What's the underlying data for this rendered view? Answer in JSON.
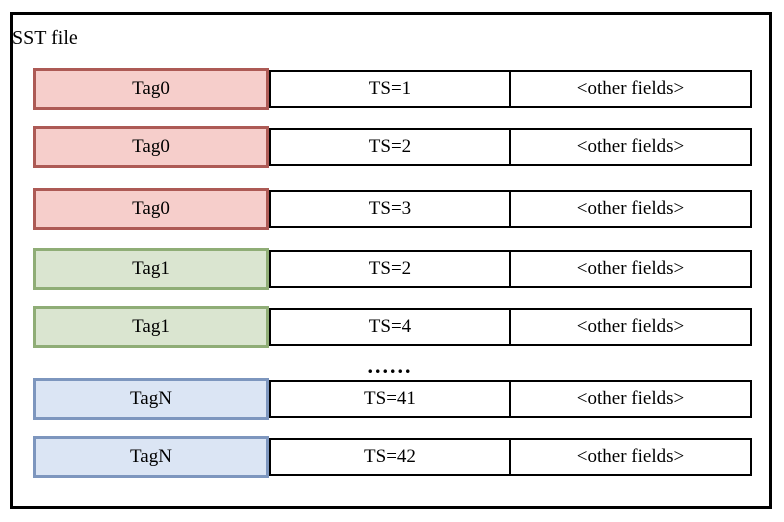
{
  "diagram": {
    "title": "SST file",
    "separator": "......",
    "colors": {
      "red": {
        "fill": "#f6cecb",
        "border": "#ad5a55"
      },
      "green": {
        "fill": "#dae5d0",
        "border": "#8fad76"
      },
      "blue": {
        "fill": "#dbe5f4",
        "border": "#7d96be"
      }
    },
    "rows": [
      {
        "tag": "Tag0",
        "ts": "TS=1",
        "other": "<other fields>",
        "color": "red"
      },
      {
        "tag": "Tag0",
        "ts": "TS=2",
        "other": "<other fields>",
        "color": "red"
      },
      {
        "tag": "Tag0",
        "ts": "TS=3",
        "other": "<other fields>",
        "color": "red"
      },
      {
        "tag": "Tag1",
        "ts": "TS=2",
        "other": "<other fields>",
        "color": "green"
      },
      {
        "tag": "Tag1",
        "ts": "TS=4",
        "other": "<other fields>",
        "color": "green"
      },
      {
        "tag": "TagN",
        "ts": "TS=41",
        "other": "<other fields>",
        "color": "blue"
      },
      {
        "tag": "TagN",
        "ts": "TS=42",
        "other": "<other fields>",
        "color": "blue"
      }
    ]
  }
}
